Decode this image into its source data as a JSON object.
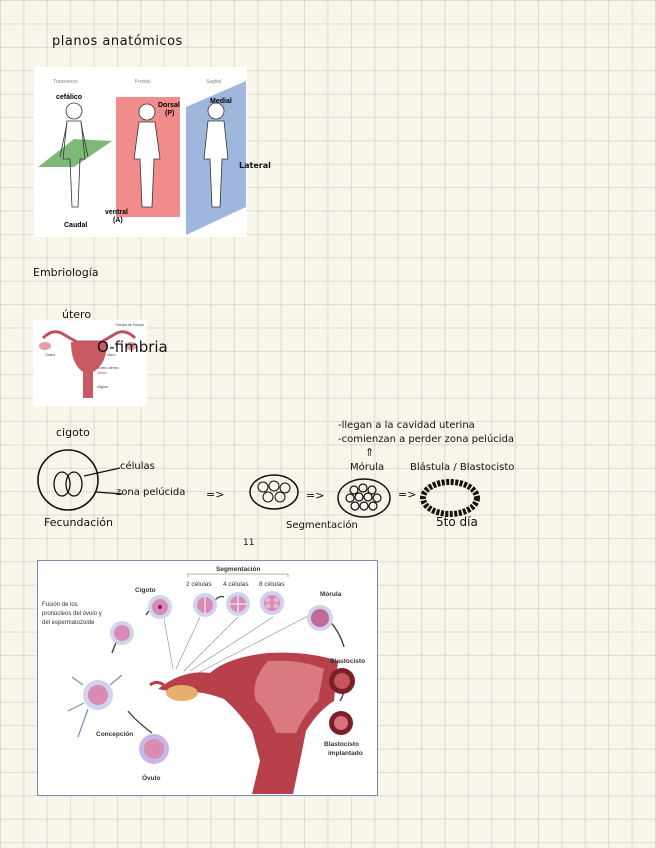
{
  "notes": {
    "title": "planos   anatómicos",
    "embryo_heading": "Embriología",
    "utero": "útero",
    "fimbria": "O-fimbria",
    "cigoto": "cigoto",
    "celulas": "células",
    "zona_pelucida": "zona pelúcida",
    "fecundacion": "Fecundación",
    "arrow": "=>",
    "segmentacion": "Segmentación",
    "morula": "Mórula",
    "blastula": "Blástula / Blastocisto",
    "quinto_dia": "5to día",
    "bullet1": "-llegan a la cavidad  uterina",
    "bullet2": "-comienzan a perder zona pelúcida",
    "up_arrow": "⇑",
    "equals_mark": "11"
  },
  "planes_figure": {
    "col_transverse": "Transverso",
    "col_frontal": "Frontal",
    "col_sagittal": "Sagital",
    "cefalico": "cefálico",
    "caudal": "Caudal",
    "dorsal": "Dorsal",
    "dorsal_p": "(P)",
    "ventral": "ventral",
    "ventral_a": "(A)",
    "medial": "Medial",
    "lateral": "Lateral"
  },
  "uterus_figure": {
    "trompa": "Trompa de Falopio",
    "ovario": "Ovario",
    "utero": "Útero",
    "cuello": "Cuello uterino",
    "cervix": "Cérvix",
    "vagina": "Vagina"
  },
  "diagram": {
    "segmentacion": "Segmentación",
    "dos_celulas": "2 células",
    "cuatro_celulas": "4 células",
    "ocho_celulas": "8 células",
    "cigoto": "Cigoto",
    "morula": "Mórula",
    "fusion_1": "Fusión de los",
    "fusion_2": "pronúcleos del óvulo y",
    "fusion_3": "del espermatozoide",
    "blastocisto": "Blastocisto",
    "implantado_1": "Blastocisto",
    "implantado_2": "implantado",
    "concepcion": "Concepción",
    "ovulo": "Óvulo"
  },
  "colors": {
    "frontal_plane": "#f08c8c",
    "sagittal_plane": "#9fb7dd",
    "transverse_plane": "#6fb26b",
    "uterus": "#b8404a",
    "cell_fill": "#d98bb4",
    "diagram_border": "#7d8bb0"
  }
}
